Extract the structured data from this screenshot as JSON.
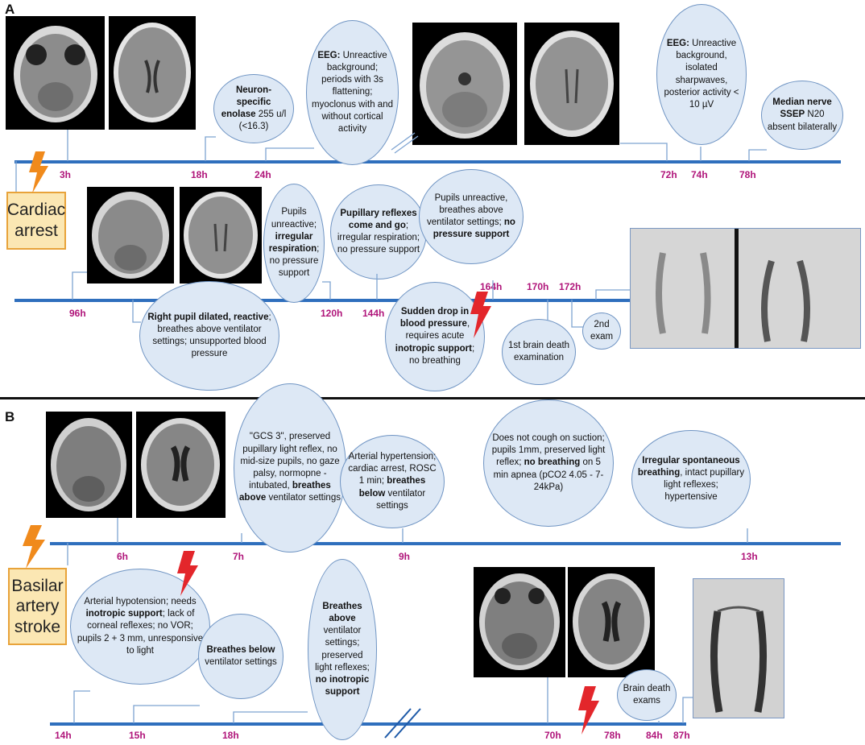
{
  "panel_a": {
    "letter": "A",
    "event": "Cardiac arrest",
    "ticks_row1": [
      "3h",
      "18h",
      "24h",
      "72h",
      "74h",
      "78h"
    ],
    "ticks_row2": [
      "96h",
      "120h",
      "144h",
      "164h",
      "170h",
      "172h"
    ],
    "bubbles": {
      "nse": {
        "bold": "Neuron-specific enolase",
        "text": " 255 u/l (<16.3)"
      },
      "eeg1": {
        "bold": "EEG:",
        "text": " Unreactive background; periods with 3s flattening; myoclonus with and without cortical activity"
      },
      "eeg2": {
        "bold": "EEG:",
        "text": " Unreactive background, isolated sharpwaves, posterior activity < 10 µV"
      },
      "ssep": {
        "bold": "Median nerve SSEP",
        "text": " N20 absent bilaterally"
      },
      "irregular": {
        "pre": "Pupils unreactive; ",
        "bold": "irregular respiration",
        "post": "; no pressure support"
      },
      "right_pupil": {
        "bold": "Right pupil dilated, reactive",
        "text": "; breathes above ventilator settings; unsupported blood pressure"
      },
      "pupillary": {
        "bold": "Pupillary reflexes come and go",
        "text": "; irregular respiration; no pressure support"
      },
      "unreactive": {
        "pre": "Pupils unreactive, breathes above ventilator settings; ",
        "bold": "no pressure support"
      },
      "drop": {
        "b1": "Sudden drop in blood pressure",
        "t1": ", requires acute ",
        "b2": "inotropic support",
        "t2": "; no breathing"
      },
      "first_exam": "1st brain death examination",
      "second_exam": "2nd exam"
    }
  },
  "panel_b": {
    "letter": "B",
    "event": "Basilar artery stroke",
    "ticks_row1": [
      "6h",
      "7h",
      "9h",
      "13h"
    ],
    "ticks_row2": [
      "14h",
      "15h",
      "18h",
      "70h",
      "78h",
      "84h",
      "87h"
    ],
    "bubbles": {
      "gcs": {
        "pre": "\"GCS 3\", preserved pupillary light reflex, no mid-size pupils, no gaze palsy, normopne - intubated, ",
        "bold": "breathes above",
        "post": " ventilator settings"
      },
      "hypertension": {
        "pre": "Arterial hypertension; cardiac arrest, ROSC 1 min; ",
        "bold": "breathes below",
        "post": " ventilator settings"
      },
      "cough": {
        "pre": "Does not cough on suction; pupils 1mm, preserved light reflex; ",
        "bold": "no breathing",
        "post": " on 5 min apnea (pCO2 4.05 - 7-24kPa)"
      },
      "spontaneous": {
        "bold": "Irregular spontaneous breathing",
        "text": ", intact pupillary light reflexes; hypertensive"
      },
      "hypotension": {
        "pre": "Arterial hypotension; needs ",
        "bold": "inotropic support",
        "post": "; lack of corneal reflexes; no VOR; pupils 2 + 3 mm, unresponsive to light"
      },
      "breathes_below": {
        "bold": "Breathes below",
        "text": " ventilator settings"
      },
      "breathes_above": {
        "b1": "Breathes above",
        "t1": " ventilator settings; preserved light reflexes; ",
        "b2": "no inotropic support"
      },
      "exams": "Brain death exams"
    }
  },
  "colors": {
    "timeline": "#2f6fbd",
    "tick": "#b0157a",
    "bubble_fill": "#dde8f5",
    "bubble_border": "#6f94c3",
    "event_fill": "#fbe7b3",
    "lightning_orange": "#f08a1c",
    "lightning_red": "#e3262b"
  }
}
